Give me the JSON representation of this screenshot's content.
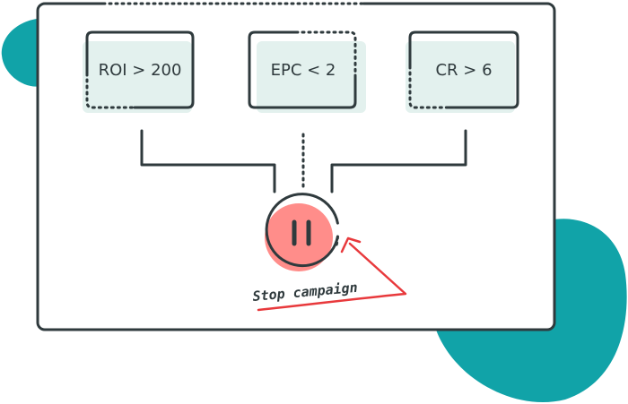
{
  "colors": {
    "stroke": "#2f3a3d",
    "blob": "#11a3a8",
    "rule_shadow": "#e3f1ee",
    "pause_fill": "#ff8d8a",
    "arrow": "#e8393c",
    "background": "#ffffff"
  },
  "rules": [
    {
      "label": "ROI > 200"
    },
    {
      "label": "EPC < 2"
    },
    {
      "label": "CR > 6"
    }
  ],
  "action": {
    "icon": "pause-icon",
    "annotation": "Stop campaign"
  }
}
